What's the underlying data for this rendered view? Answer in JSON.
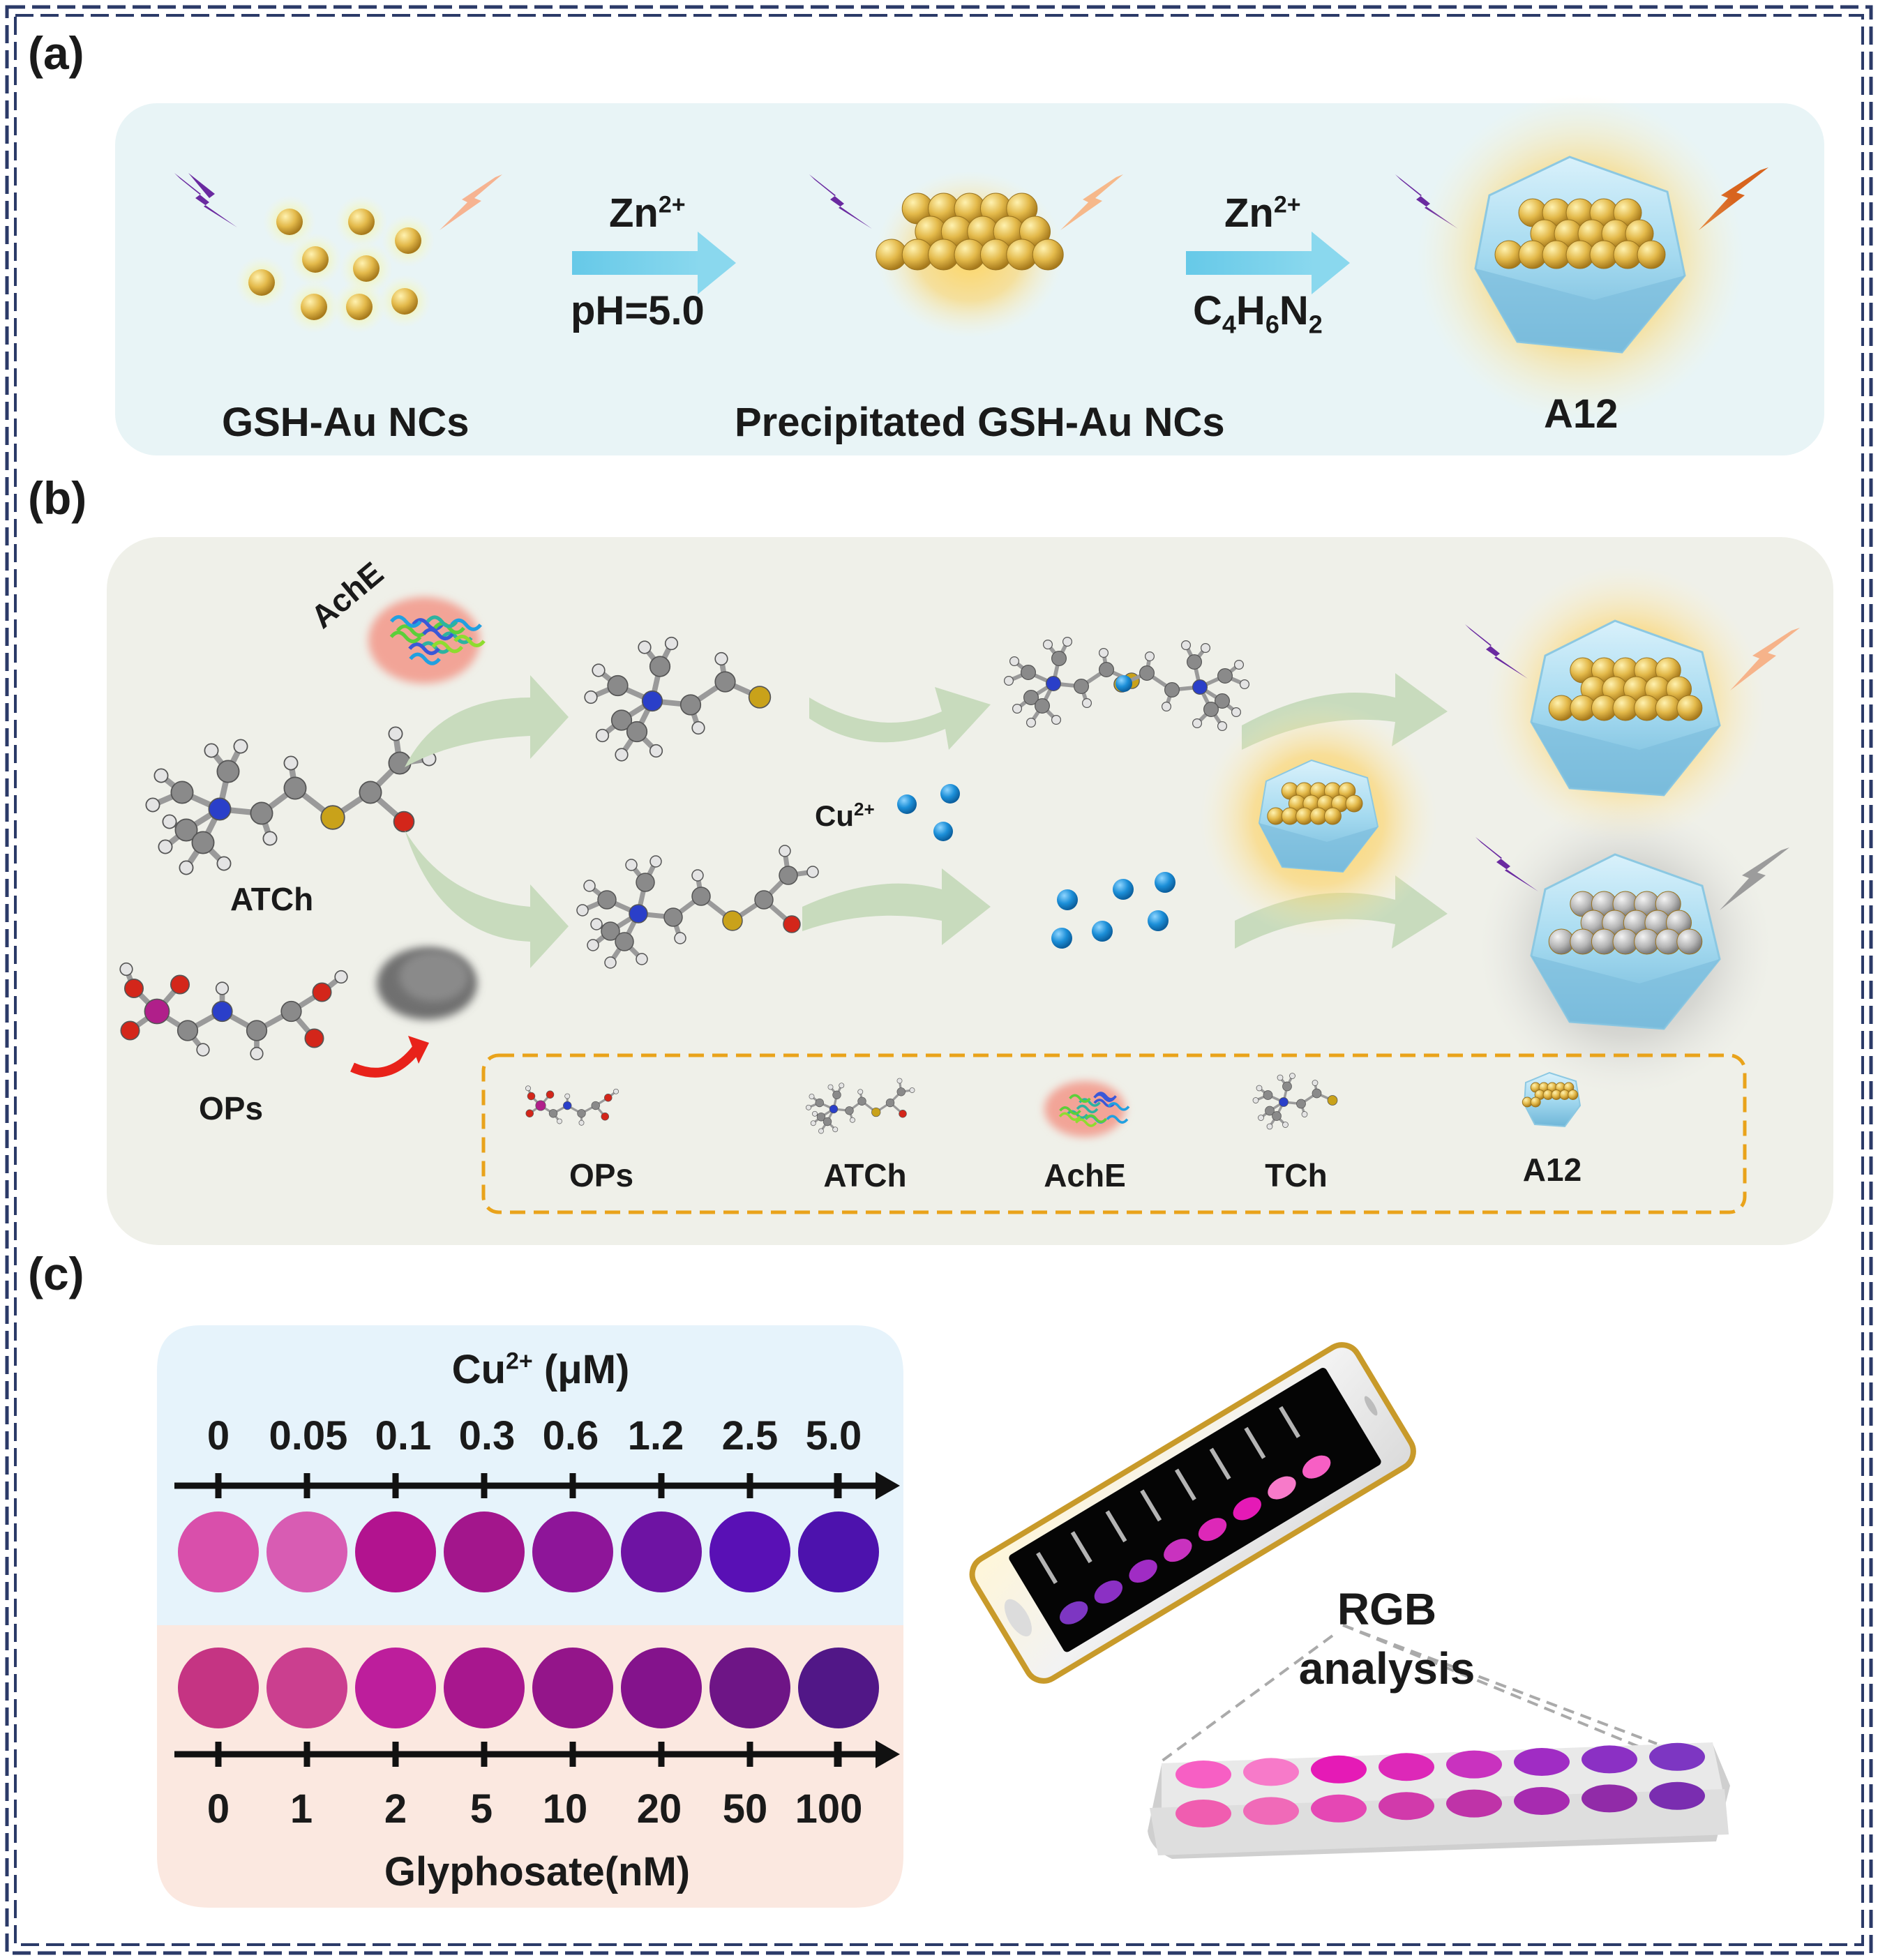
{
  "panels": {
    "a": {
      "letter": "(a)",
      "reagent1_top": "Zn",
      "reagent1_sup": "2+",
      "reagent1_bottom": "pH=5.0",
      "reagent2_top": "Zn",
      "reagent2_sup": "2+",
      "reagent2_bottom": [
        "C",
        "4",
        "H",
        "6",
        "N",
        "2"
      ],
      "labels": [
        "GSH-Au NCs",
        "Precipitated GSH-Au NCs",
        "A12"
      ]
    },
    "b": {
      "letter": "(b)",
      "enzyme_label": "AchE",
      "substrate_label": "ATCh",
      "inhibitor_label": "OPs",
      "cu_label": "Cu",
      "cu_sup": "2+",
      "legend": [
        "OPs",
        "ATCh",
        "AchE",
        "TCh",
        "A12"
      ]
    },
    "c": {
      "letter": "(c)",
      "top_axis_title": "Cu",
      "top_axis_sup": "2+",
      "top_axis_unit": " (μM)",
      "top_ticks": [
        "0",
        "0.05",
        "0.1",
        "0.3",
        "0.6",
        "1.2",
        "2.5",
        "5.0"
      ],
      "bottom_ticks": [
        "0",
        "1",
        "2",
        "5",
        "10",
        "20",
        "50",
        "100"
      ],
      "bottom_axis_title": "Glyphosate(nM)",
      "rgb_line1": "RGB",
      "rgb_line2": "analysis",
      "top_row_colors": [
        "#d94fab",
        "#d85cb3",
        "#b2138f",
        "#a3168c",
        "#8e1599",
        "#6e13a3",
        "#5910b5",
        "#4d12ad"
      ],
      "bottom_row_colors": [
        "#c53483",
        "#cb3f8f",
        "#bd1e9c",
        "#a8178e",
        "#94158a",
        "#84138c",
        "#6e1586",
        "#511787"
      ],
      "plate_top_colors": [
        "#f75fc4",
        "#f77ac9",
        "#e51ab6",
        "#dd28b8",
        "#c932bf",
        "#a02cc4",
        "#8b30c4",
        "#7d36c2"
      ],
      "plate_bottom_colors": [
        "#f05db0",
        "#f06ab8",
        "#e547b4",
        "#d13aab",
        "#bf33a8",
        "#a72bb0",
        "#912ba8",
        "#7a2db0"
      ]
    }
  }
}
